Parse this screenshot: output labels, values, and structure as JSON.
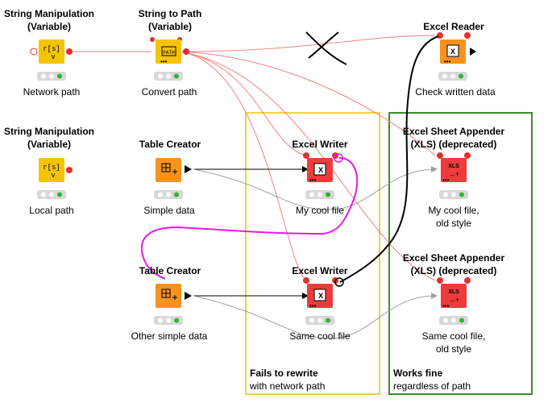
{
  "nodes": {
    "string_manip_network": {
      "title_line1": "String Manipulation",
      "title_line2": "(Variable)",
      "label": "Network path",
      "icon_text": "r[s]",
      "icon_sub": "v"
    },
    "string_to_path": {
      "title_line1": "String to Path",
      "title_line2": "(Variable)",
      "label": "Convert path",
      "icon_text": "PATH"
    },
    "excel_reader": {
      "title": "Excel Reader",
      "label": "Check written data",
      "icon_text": "X"
    },
    "string_manip_local": {
      "title_line1": "String Manipulation",
      "title_line2": "(Variable)",
      "label": "Local path",
      "icon_text": "r[s]",
      "icon_sub": "v"
    },
    "table_creator_1": {
      "title": "Table Creator",
      "label": "Simple data"
    },
    "excel_writer_1": {
      "title": "Excel Writer",
      "label": "My cool file",
      "icon_text": "X"
    },
    "appender_1": {
      "title_line1": "Excel Sheet Appender",
      "title_line2": "(XLS) (deprecated)",
      "label_line1": "My cool file,",
      "label_line2": "old style",
      "icon_text": "XLS"
    },
    "table_creator_2": {
      "title": "Table Creator",
      "label": "Other simple data"
    },
    "excel_writer_2": {
      "title": "Excel Writer",
      "label": "Same cool file",
      "icon_text": "X"
    },
    "appender_2": {
      "title_line1": "Excel Sheet Appender",
      "title_line2": "(XLS) (deprecated)",
      "label_line1": "Same cool file,",
      "label_line2": "old style",
      "icon_text": "XLS"
    }
  },
  "annotations": {
    "fails": {
      "line1": "Fails to rewrite",
      "line2": "with network path",
      "border_color": "#f2d43a"
    },
    "works": {
      "line1": "Works fine",
      "line2": "regardless of path",
      "border_color": "#3a8f2a"
    }
  },
  "colors": {
    "variable_node": "#f5c400",
    "source_node": "#f7921e",
    "sink_node": "#ee3b3b",
    "variable_connection": "#f08080",
    "data_connection": "#000000",
    "marker_black": "#000000",
    "marker_magenta": "#e41be4"
  }
}
